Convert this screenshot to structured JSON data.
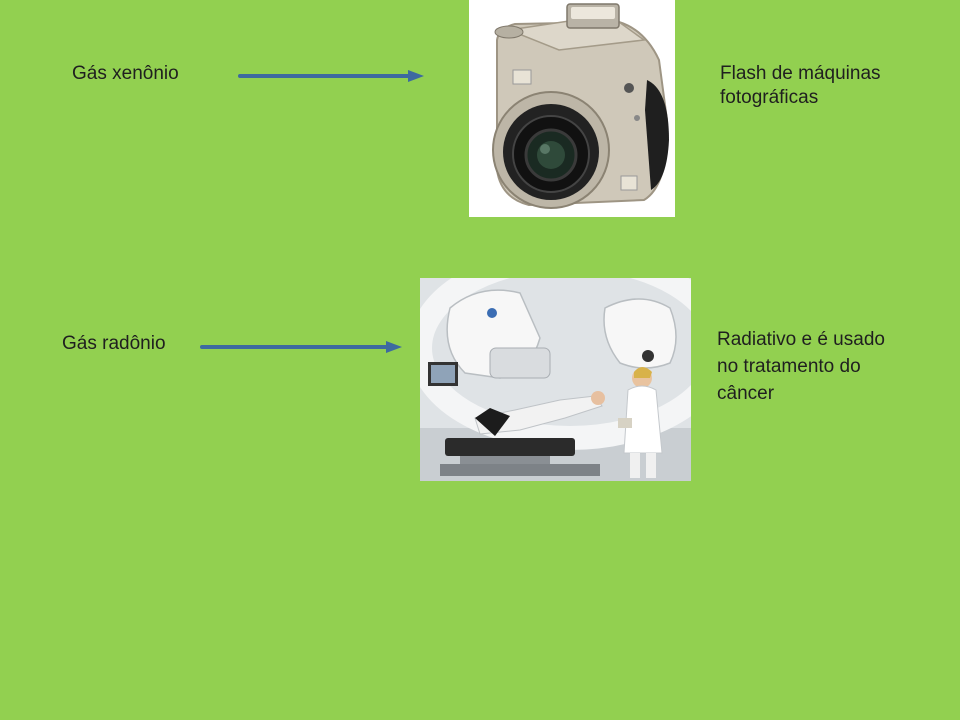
{
  "rows": [
    {
      "element": "Gás xenônio",
      "use_lines": [
        "Flash de máquinas",
        "fotográficas"
      ],
      "image": "camera"
    },
    {
      "element": "Gás radônio",
      "use_lines": [
        "Radiativo e é usado",
        "no tratamento do",
        "câncer"
      ],
      "image": "radiotherapy-room"
    }
  ],
  "colors": {
    "background": "#92d050",
    "arrow": "#3d6aa0",
    "text": "#1f1f1f"
  }
}
